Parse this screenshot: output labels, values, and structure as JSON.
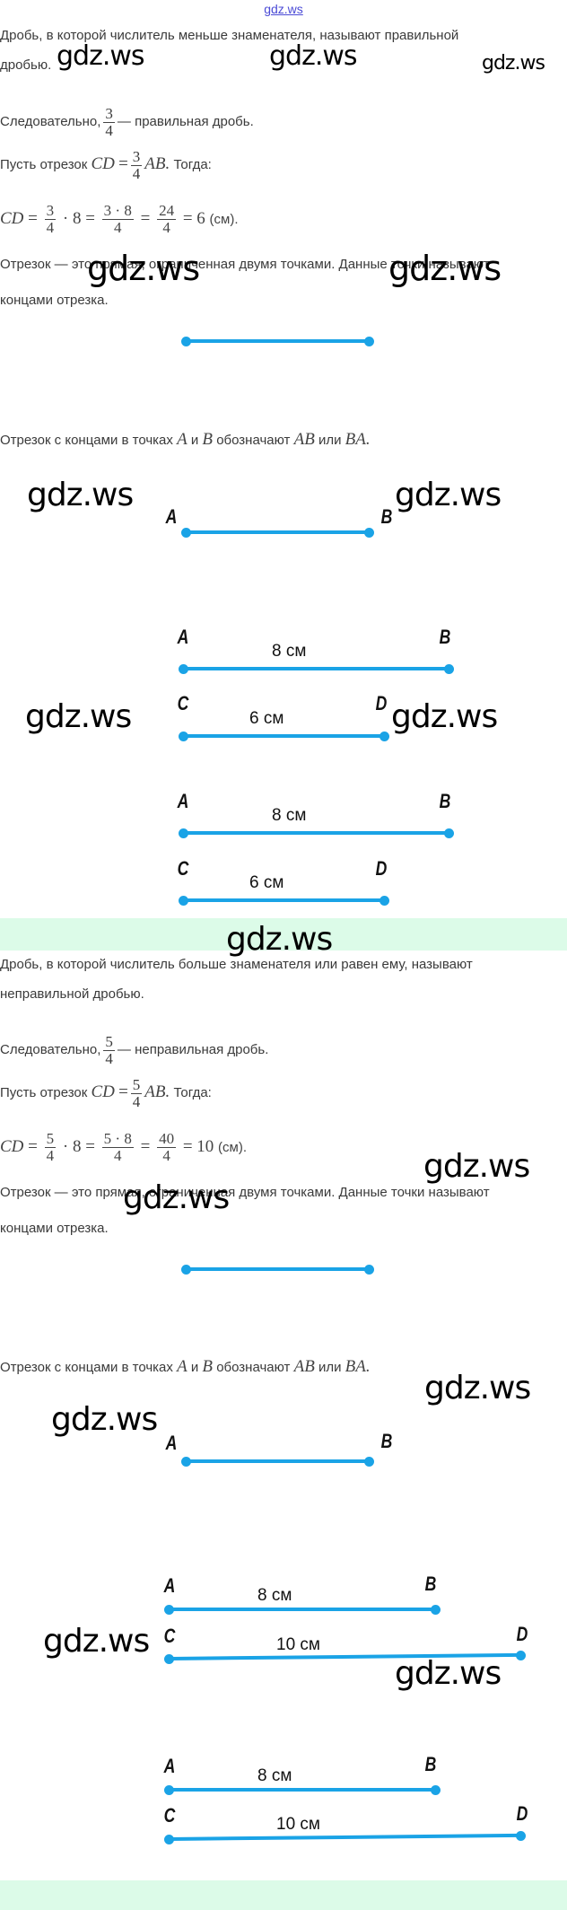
{
  "header": {
    "link": "gdz.ws"
  },
  "watermark": "gdz.ws",
  "section1": {
    "para": [
      "Дробь, в которой числитель меньше знаменателя, называют правильной",
      "дробью."
    ],
    "conclusion": {
      "prefix": "Следовательно,",
      "num": "3",
      "den": "4",
      "suffix": "— правильная дробь."
    },
    "let": {
      "prefix": "Пусть отрезок",
      "lhs": "CD",
      "eq": "=",
      "num": "3",
      "den": "4",
      "var": "AB.",
      "suffix": "Тогда:"
    },
    "calc": {
      "lhs": "CD",
      "eq": "=",
      "f1": [
        "3",
        "4"
      ],
      "t1": "· 8 =",
      "f2": [
        "3 · 8",
        "4"
      ],
      "t2": "=",
      "f3": [
        "24",
        "4"
      ],
      "t3": "= 6",
      "unit": "(см)."
    },
    "def": [
      "Отрезок — это прямая, ограниченная двумя точками. Данные точки называют",
      "концами отрезка."
    ],
    "notation": {
      "prefix": "Отрезок с концами в точках",
      "a": "A",
      "and": "и",
      "b": "B",
      "mid": "обозначают",
      "ab": "AB",
      "or": "или",
      "ba": "BA."
    },
    "figure": {
      "A": "A",
      "B": "B",
      "C": "C",
      "D": "D",
      "ab_len": "8 см",
      "cd_len": "6 см"
    }
  },
  "section2": {
    "para": [
      "Дробь, в которой числитель больше знаменателя или равен ему, называют",
      "неправильной дробью."
    ],
    "conclusion": {
      "prefix": "Следовательно,",
      "num": "5",
      "den": "4",
      "suffix": "— неправильная дробь."
    },
    "let": {
      "prefix": "Пусть отрезок",
      "lhs": "CD",
      "eq": "=",
      "num": "5",
      "den": "4",
      "var": "AB.",
      "suffix": "Тогда:"
    },
    "calc": {
      "lhs": "CD",
      "eq": "=",
      "f1": [
        "5",
        "4"
      ],
      "t1": "· 8 =",
      "f2": [
        "5 · 8",
        "4"
      ],
      "t2": "=",
      "f3": [
        "40",
        "4"
      ],
      "t3": "= 10",
      "unit": "(см)."
    },
    "def": [
      "Отрезок — это прямая, ограниченная двумя точками. Данные точки называют",
      "концами отрезка."
    ],
    "notation": {
      "prefix": "Отрезок с концами в точках",
      "a": "A",
      "and": "и",
      "b": "B",
      "mid": "обозначают",
      "ab": "AB",
      "or": "или",
      "ba": "BA."
    },
    "figure": {
      "A": "A",
      "B": "B",
      "C": "C",
      "D": "D",
      "ab_len": "8 см",
      "cd_len": "10 см"
    }
  },
  "colors": {
    "segment": "#1aa3e6",
    "band": "#dcfbe8",
    "link": "#4b4bd6"
  }
}
